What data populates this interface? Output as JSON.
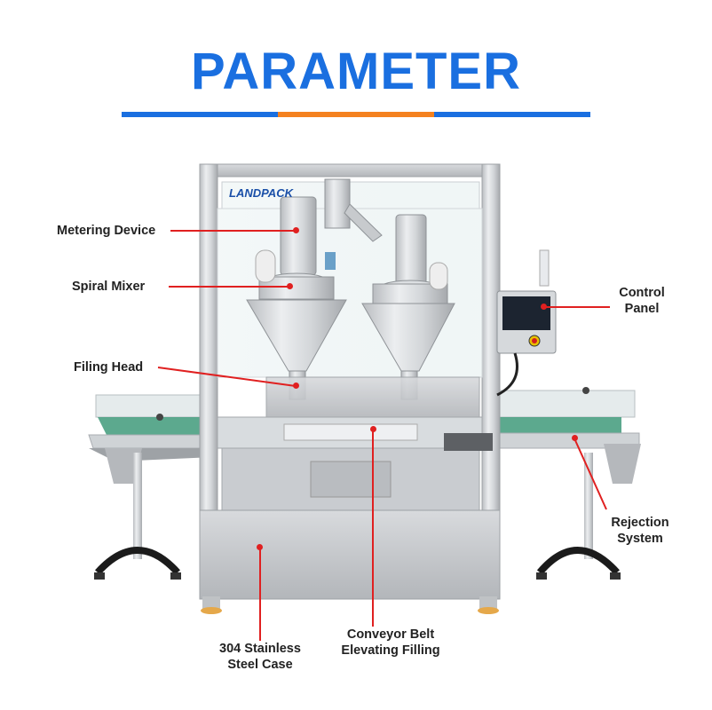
{
  "title": "PARAMETER",
  "colors": {
    "title": "#1a6fe0",
    "accent": "#f4811f",
    "callout": "#e02020"
  },
  "brand": "LANDPACK",
  "labels": {
    "metering_device": "Metering Device",
    "spiral_mixer": "Spiral Mixer",
    "filling_head": "Filing Head",
    "control_panel_1": "Control",
    "control_panel_2": "Panel",
    "rejection_1": "Rejection",
    "rejection_2": "System",
    "case_1": "304 Stainless",
    "case_2": "Steel Case",
    "conveyor_1": "Conveyor Belt",
    "conveyor_2": "Elevating Filling"
  }
}
